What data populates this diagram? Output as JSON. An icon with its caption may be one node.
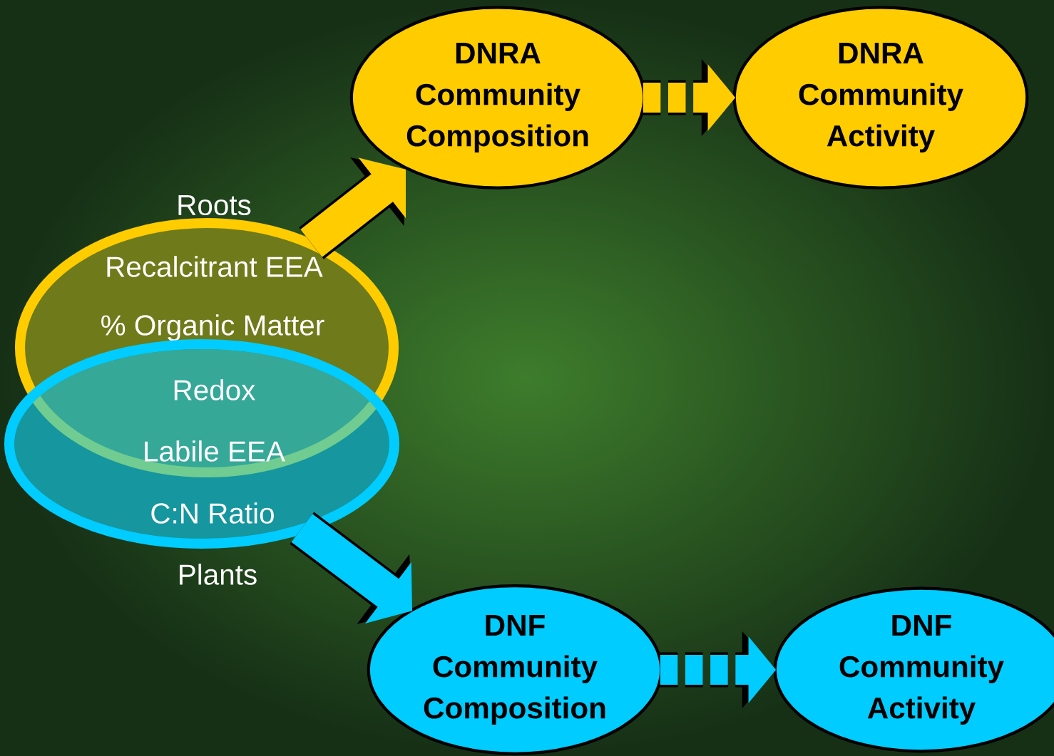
{
  "diagram": {
    "nodes": [
      {
        "text": [
          "Roots",
          "Recalcitrant EEA",
          "% Organic Matter"
        ]
      },
      {
        "text": [
          "C:N Ratio",
          "Plants"
        ]
      },
      {
        "text": [
          "DNRA Community Composition"
        ]
      },
      {
        "text": [
          "DNRA Community Activity"
        ]
      },
      {
        "text": [
          "DNF Community Composition"
        ]
      },
      {
        "text": [
          "DNF Community Activity"
        ]
      }
    ],
    "edges": [
      {
        "from": 0,
        "to": 2,
        "arrow": "to",
        "color": "#ffcc00"
      },
      {
        "from": 1,
        "to": 4,
        "arrow": "to",
        "color": "#00ccff"
      },
      {
        "from": 2,
        "to": 3,
        "arrow": "to",
        "style": "dashed",
        "color": "#ffcc00"
      },
      {
        "from": 4,
        "to": 5,
        "arrow": "to",
        "style": "dashed",
        "color": "#00ccff"
      }
    ],
    "labels": [
      "Redox",
      "Labile EEA"
    ]
  }
}
